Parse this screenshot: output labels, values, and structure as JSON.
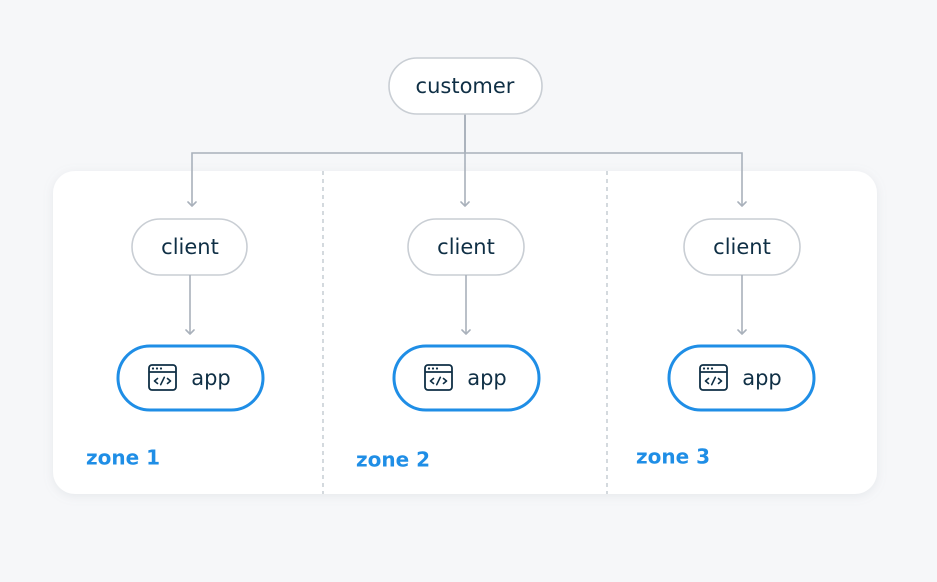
{
  "diagram": {
    "customer": {
      "label": "customer"
    },
    "zones": [
      {
        "client_label": "client",
        "app_label": "app",
        "zone_label": "zone 1"
      },
      {
        "client_label": "client",
        "app_label": "app",
        "zone_label": "zone 2"
      },
      {
        "client_label": "client",
        "app_label": "app",
        "zone_label": "zone 3"
      }
    ],
    "colors": {
      "background": "#f6f7f9",
      "panel": "#ffffff",
      "connector": "#a9b1bb",
      "node_border": "#c9ced4",
      "accent": "#1f8ee6",
      "text": "#0f2f45"
    },
    "icons": {
      "app": "code-window-icon"
    }
  }
}
